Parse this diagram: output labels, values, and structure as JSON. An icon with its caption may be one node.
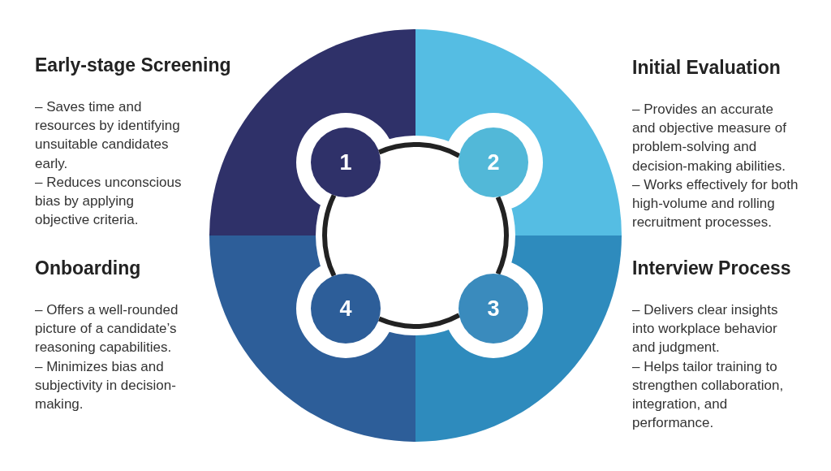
{
  "diagram": {
    "nodes": [
      {
        "text": [
          "1"
        ],
        "beside": [
          "Early-stage Screening",
          "– Saves time and resources by identifying unsuitable candidates early.",
          "– Reduces unconscious bias by applying objective criteria."
        ]
      },
      {
        "text": [
          "2"
        ],
        "beside": [
          "Initial Evaluation",
          "– Provides an accurate and objective measure of problem-solving and decision-making abilities.",
          "– Works effectively for both high-volume and rolling recruitment processes."
        ]
      },
      {
        "text": [
          "3"
        ],
        "beside": [
          "Interview Process",
          "– Delivers clear insights into workplace behavior and judgment.",
          "– Helps tailor training to strengthen collaboration, integration, and performance."
        ]
      },
      {
        "text": [
          "4"
        ],
        "beside": [
          "Onboarding",
          "– Offers a well-rounded picture of a candidate’s reasoning capabilities.",
          "– Minimizes bias and subjectivity in decision-making."
        ]
      }
    ],
    "edges": [
      {
        "from": 0,
        "to": 1,
        "arrow": "none"
      },
      {
        "from": 1,
        "to": 2,
        "arrow": "none"
      },
      {
        "from": 2,
        "to": 3,
        "arrow": "none"
      },
      {
        "from": 3,
        "to": 0,
        "arrow": "none"
      }
    ]
  }
}
